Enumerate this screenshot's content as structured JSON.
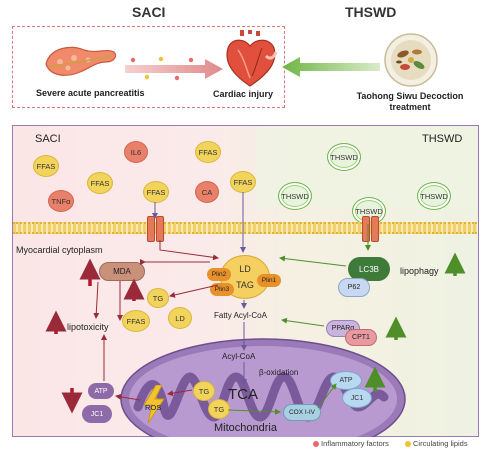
{
  "top": {
    "saci_title": "SACI",
    "thswd_title": "THSWD",
    "pancreatitis_label": "Severe acute pancreatitis",
    "cardiac_label": "Cardiac injury",
    "thswd_full_line1": "Taohong Siwu Decoction",
    "thswd_full_line2": "treatment"
  },
  "main": {
    "left_header": "SACI",
    "right_header": "THSWD",
    "cytoplasm_label": "Myocardial cytoplasm",
    "lipophagy_label": "lipophagy",
    "lipotoxicity_label": "lipotoxicity",
    "fatty_acyl_label": "Fatty Acyl-CoA",
    "acyl_label": "Acyl-CoA",
    "beta_ox_label": "β-oxidation",
    "tca_label": "TCA",
    "mito_label": "Mitochondria"
  },
  "bubbles": {
    "ffas1": "FFAS",
    "il6": "IL6",
    "ffas2": "FFAS",
    "ffas3": "FFAS",
    "tnfa": "TNFα",
    "ffas4": "FFAS",
    "ca": "CA",
    "ffas5": "FFAS",
    "thswd1": "THSWD",
    "thswd2": "THSWD",
    "thswd3": "THSWD",
    "thswd4": "THSWD"
  },
  "molecules": {
    "ld_main": "LD",
    "tag": "TAG",
    "plin2": "Plin2",
    "plin3": "Plin3",
    "plin1": "Plin1",
    "mda": "MDA",
    "tg1": "TG",
    "ffas_in": "FFAS",
    "ld2": "LD",
    "lc3b": "LC3B",
    "p62": "P62",
    "ppara": "PPARα",
    "cpt1": "CPT1",
    "atp_left": "ATP",
    "jc1_left": "JC1",
    "ros": "ROS",
    "tg_mito1": "TG",
    "tg_mito2": "TG",
    "cox": "COX I-IV",
    "atp_right": "ATP",
    "jc1_right": "JC1"
  },
  "legend": {
    "inflammatory": "Inflammatory factors",
    "lipids": "Circulating lipids"
  },
  "colors": {
    "inflammatory": "#e86a6a",
    "lipids": "#f2c230",
    "up_red": "#b5172a",
    "up_green": "#4f8f2a",
    "membrane": "#f2cf6a",
    "channel": "#e57a5a"
  }
}
